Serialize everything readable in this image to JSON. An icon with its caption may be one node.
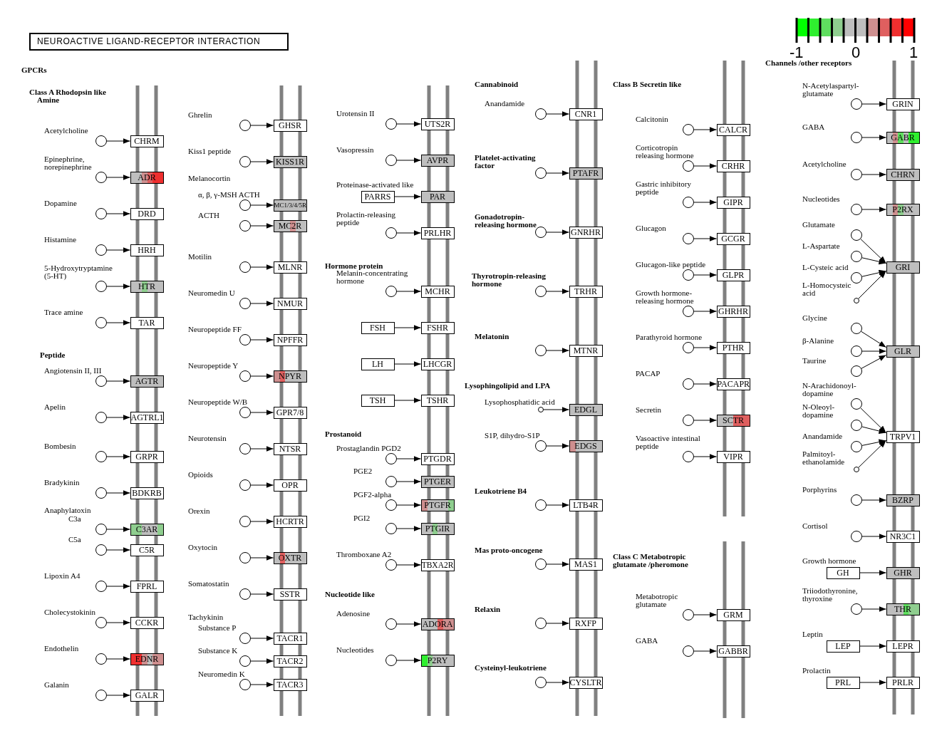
{
  "diagram": {
    "title": "NEUROACTIVE LIGAND-RECEPTOR INTERACTION",
    "nodes": [
      {
        "text": [],
        "shape": "circle",
        "beside": [
          "Acetylcholine"
        ]
      },
      {
        "text": [
          "CHRM"
        ]
      },
      {
        "text": [],
        "shape": "circle",
        "beside": [
          "Epinephrine, norepinephrine"
        ]
      },
      {
        "text": [
          "ADR"
        ]
      },
      {
        "text": [],
        "shape": "circle",
        "beside": [
          "Dopamine"
        ]
      },
      {
        "text": [
          "DRD"
        ]
      },
      {
        "text": [],
        "shape": "circle",
        "beside": [
          "Histamine"
        ]
      },
      {
        "text": [
          "HRH"
        ]
      },
      {
        "text": [],
        "shape": "circle",
        "beside": [
          "5-Hydroxytryptamine (5-HT)"
        ]
      },
      {
        "text": [
          "HTR"
        ]
      },
      {
        "text": [],
        "shape": "circle",
        "beside": [
          "Trace amine"
        ]
      },
      {
        "text": [
          "TAR"
        ]
      },
      {
        "text": [],
        "shape": "circle",
        "beside": [
          "Angiotensin II, III"
        ]
      },
      {
        "text": [
          "AGTR"
        ]
      },
      {
        "text": [],
        "shape": "circle",
        "beside": [
          "Apelin"
        ]
      },
      {
        "text": [
          "AGTRL1"
        ]
      },
      {
        "text": [],
        "shape": "circle",
        "beside": [
          "Bombesin"
        ]
      },
      {
        "text": [
          "GRPR"
        ]
      },
      {
        "text": [],
        "shape": "circle",
        "beside": [
          "Bradykinin"
        ]
      },
      {
        "text": [
          "BDKRB"
        ]
      },
      {
        "text": [],
        "shape": "circle",
        "beside": [
          "C3a"
        ]
      },
      {
        "text": [
          "C3AR"
        ]
      },
      {
        "text": [],
        "shape": "circle",
        "beside": [
          "C5a"
        ]
      },
      {
        "text": [
          "C5R"
        ]
      },
      {
        "text": [],
        "shape": "circle",
        "beside": [
          "Lipoxin A4"
        ]
      },
      {
        "text": [
          "FPRL"
        ]
      },
      {
        "text": [],
        "shape": "circle",
        "beside": [
          "Cholecystokinin"
        ]
      },
      {
        "text": [
          "CCKR"
        ]
      },
      {
        "text": [],
        "shape": "circle",
        "beside": [
          "Endothelin"
        ]
      },
      {
        "text": [
          "EDNR"
        ]
      },
      {
        "text": [],
        "shape": "circle",
        "beside": [
          "Galanin"
        ]
      },
      {
        "text": [
          "GALR"
        ]
      },
      {
        "text": [],
        "shape": "circle",
        "beside": [
          "Ghrelin"
        ]
      },
      {
        "text": [
          "GHSR"
        ]
      },
      {
        "text": [],
        "shape": "circle",
        "beside": [
          "Kiss1 peptide"
        ]
      },
      {
        "text": [
          "KISS1R"
        ]
      },
      {
        "text": [],
        "shape": "circle",
        "beside": [
          "α, β, γ-MSH ACTH"
        ]
      },
      {
        "text": [
          "MC1/3/4/5R"
        ]
      },
      {
        "text": [],
        "shape": "circle",
        "beside": [
          "ACTH"
        ]
      },
      {
        "text": [
          "MC2R"
        ]
      },
      {
        "text": [],
        "shape": "circle",
        "beside": [
          "Motilin"
        ]
      },
      {
        "text": [
          "MLNR"
        ]
      },
      {
        "text": [],
        "shape": "circle",
        "beside": [
          "Neuromedin U"
        ]
      },
      {
        "text": [
          "NMUR"
        ]
      },
      {
        "text": [],
        "shape": "circle",
        "beside": [
          "Neuropeptide FF"
        ]
      },
      {
        "text": [
          "NPFFR"
        ]
      },
      {
        "text": [],
        "shape": "circle",
        "beside": [
          "Neuropeptide Y"
        ]
      },
      {
        "text": [
          "NPYR"
        ]
      },
      {
        "text": [],
        "shape": "circle",
        "beside": [
          "Neuropeptide W/B"
        ]
      },
      {
        "text": [
          "GPR7/8"
        ]
      },
      {
        "text": [],
        "shape": "circle",
        "beside": [
          "Neurotensin"
        ]
      },
      {
        "text": [
          "NTSR"
        ]
      },
      {
        "text": [],
        "shape": "circle",
        "beside": [
          "Opioids"
        ]
      },
      {
        "text": [
          "OPR"
        ]
      },
      {
        "text": [],
        "shape": "circle",
        "beside": [
          "Orexin"
        ]
      },
      {
        "text": [
          "HCRTR"
        ]
      },
      {
        "text": [],
        "shape": "circle",
        "beside": [
          "Oxytocin"
        ]
      },
      {
        "text": [
          "OXTR"
        ]
      },
      {
        "text": [],
        "shape": "circle",
        "beside": [
          "Somatostatin"
        ]
      },
      {
        "text": [
          "SSTR"
        ]
      },
      {
        "text": [],
        "shape": "circle",
        "beside": [
          "Substance P"
        ]
      },
      {
        "text": [
          "TACR1"
        ]
      },
      {
        "text": [],
        "shape": "circle",
        "beside": [
          "Substance K"
        ]
      },
      {
        "text": [
          "TACR2"
        ]
      },
      {
        "text": [],
        "shape": "circle",
        "beside": [
          "Neuromedin K"
        ]
      },
      {
        "text": [
          "TACR3"
        ]
      },
      {
        "text": [],
        "shape": "circle",
        "beside": [
          "Urotensin II"
        ]
      },
      {
        "text": [
          "UTS2R"
        ]
      },
      {
        "text": [],
        "shape": "circle",
        "beside": [
          "Vasopressin"
        ]
      },
      {
        "text": [
          "AVPR"
        ]
      },
      {
        "text": [
          "PARRS"
        ],
        "beside": [
          "Proteinase-activated like"
        ]
      },
      {
        "text": [
          "PAR"
        ]
      },
      {
        "text": [],
        "shape": "circle",
        "beside": [
          "Prolactin-releasing peptide"
        ]
      },
      {
        "text": [
          "PRLHR"
        ]
      },
      {
        "text": [],
        "shape": "circle",
        "beside": [
          "Melanin-concentrating hormone"
        ]
      },
      {
        "text": [
          "MCHR"
        ]
      },
      {
        "text": [
          "FSH"
        ]
      },
      {
        "text": [
          "FSHR"
        ]
      },
      {
        "text": [
          "LH"
        ]
      },
      {
        "text": [
          "LHCGR"
        ]
      },
      {
        "text": [
          "TSH"
        ]
      },
      {
        "text": [
          "TSHR"
        ]
      },
      {
        "text": [],
        "shape": "circle",
        "beside": [
          "Prostaglandin PGD2"
        ]
      },
      {
        "text": [
          "PTGDR"
        ]
      },
      {
        "text": [],
        "shape": "circle",
        "beside": [
          "PGE2"
        ]
      },
      {
        "text": [
          "PTGER"
        ]
      },
      {
        "text": [],
        "shape": "circle",
        "beside": [
          "PGF2-alpha"
        ]
      },
      {
        "text": [
          "PTGFR"
        ]
      },
      {
        "text": [],
        "shape": "circle",
        "beside": [
          "PGI2"
        ]
      },
      {
        "text": [
          "PTGIR"
        ]
      },
      {
        "text": [],
        "shape": "circle",
        "beside": [
          "Thromboxane A2"
        ]
      },
      {
        "text": [
          "TBXA2R"
        ]
      },
      {
        "text": [],
        "shape": "circle",
        "beside": [
          "Adenosine"
        ]
      },
      {
        "text": [
          "ADORA"
        ]
      },
      {
        "text": [],
        "shape": "circle",
        "beside": [
          "Nucleotides"
        ]
      },
      {
        "text": [
          "P2RY"
        ]
      },
      {
        "text": [],
        "shape": "circle",
        "beside": [
          "Anandamide"
        ]
      },
      {
        "text": [
          "CNR1"
        ]
      },
      {
        "text": [],
        "shape": "circle"
      },
      {
        "text": [
          "PTAFR"
        ]
      },
      {
        "text": [],
        "shape": "circle"
      },
      {
        "text": [
          "GNRHR"
        ]
      },
      {
        "text": [],
        "shape": "circle"
      },
      {
        "text": [
          "TRHR"
        ]
      },
      {
        "text": [],
        "shape": "circle"
      },
      {
        "text": [
          "MTNR"
        ]
      },
      {
        "text": [],
        "shape": "circle",
        "beside": [
          "Lysophosphatidic acid"
        ]
      },
      {
        "text": [
          "EDGL"
        ]
      },
      {
        "text": [],
        "shape": "circle",
        "beside": [
          "S1P, dihydro-S1P"
        ]
      },
      {
        "text": [
          "EDGS"
        ]
      },
      {
        "text": [],
        "shape": "circle"
      },
      {
        "text": [
          "LTB4R"
        ]
      },
      {
        "text": [],
        "shape": "circle"
      },
      {
        "text": [
          "MAS1"
        ]
      },
      {
        "text": [],
        "shape": "circle"
      },
      {
        "text": [
          "RXFP"
        ]
      },
      {
        "text": [],
        "shape": "circle"
      },
      {
        "text": [
          "CYSLTR"
        ]
      },
      {
        "text": [],
        "shape": "circle",
        "beside": [
          "Calcitonin"
        ]
      },
      {
        "text": [
          "CALCR"
        ]
      },
      {
        "text": [],
        "shape": "circle",
        "beside": [
          "Corticotropin releasing hormone"
        ]
      },
      {
        "text": [
          "CRHR"
        ]
      },
      {
        "text": [],
        "shape": "circle",
        "beside": [
          "Gastric inhibitory peptide"
        ]
      },
      {
        "text": [
          "GIPR"
        ]
      },
      {
        "text": [],
        "shape": "circle",
        "beside": [
          "Glucagon"
        ]
      },
      {
        "text": [
          "GCGR"
        ]
      },
      {
        "text": [],
        "shape": "circle",
        "beside": [
          "Glucagon-like peptide"
        ]
      },
      {
        "text": [
          "GLPR"
        ]
      },
      {
        "text": [],
        "shape": "circle",
        "beside": [
          "Growth hormone-releasing hormone"
        ]
      },
      {
        "text": [
          "GHRHR"
        ]
      },
      {
        "text": [],
        "shape": "circle",
        "beside": [
          "Parathyroid hormone"
        ]
      },
      {
        "text": [
          "PTHR"
        ]
      },
      {
        "text": [],
        "shape": "circle",
        "beside": [
          "PACAP"
        ]
      },
      {
        "text": [
          "PACAPR"
        ]
      },
      {
        "text": [],
        "shape": "circle",
        "beside": [
          "Secretin"
        ]
      },
      {
        "text": [
          "SCTR"
        ]
      },
      {
        "text": [],
        "shape": "circle",
        "beside": [
          "Vasoactive intestinal peptide"
        ]
      },
      {
        "text": [
          "VIPR"
        ]
      },
      {
        "text": [],
        "shape": "circle",
        "beside": [
          "Metabotropic glutamate"
        ]
      },
      {
        "text": [
          "GRM"
        ]
      },
      {
        "text": [],
        "shape": "circle",
        "beside": [
          "GABA"
        ]
      },
      {
        "text": [
          "GABBR"
        ]
      },
      {
        "text": [],
        "shape": "circle",
        "beside": [
          "N-Acetylaspartyl-glutamate"
        ]
      },
      {
        "text": [
          "GRIN"
        ]
      },
      {
        "text": [],
        "shape": "circle",
        "beside": [
          "GABA"
        ]
      },
      {
        "text": [
          "GABR"
        ]
      },
      {
        "text": [],
        "shape": "circle",
        "beside": [
          "Acetylcholine"
        ]
      },
      {
        "text": [
          "CHRN"
        ]
      },
      {
        "text": [],
        "shape": "circle",
        "beside": [
          "Nucleotides"
        ]
      },
      {
        "text": [
          "P2RX"
        ]
      },
      {
        "text": [],
        "shape": "circle",
        "beside": [
          "Glutamate"
        ]
      },
      {
        "text": [],
        "shape": "circle",
        "beside": [
          "L-Aspartate"
        ]
      },
      {
        "text": [],
        "shape": "circle",
        "beside": [
          "L-Cysteic acid"
        ]
      },
      {
        "text": [],
        "shape": "circle",
        "beside": [
          "L-Homocysteic acid"
        ]
      },
      {
        "text": [
          "GRI"
        ]
      },
      {
        "text": [],
        "shape": "circle",
        "beside": [
          "Glycine"
        ]
      },
      {
        "text": [],
        "shape": "circle",
        "beside": [
          "β-Alanine"
        ]
      },
      {
        "text": [],
        "shape": "circle",
        "beside": [
          "Taurine"
        ]
      },
      {
        "text": [
          "GLR"
        ]
      },
      {
        "text": [],
        "shape": "circle",
        "beside": [
          "N-Arachidonoyl-dopamine"
        ]
      },
      {
        "text": [],
        "shape": "circle",
        "beside": [
          "N-Oleoyl-dopamine"
        ]
      },
      {
        "text": [],
        "shape": "circle",
        "beside": [
          "Anandamide"
        ]
      },
      {
        "text": [],
        "shape": "circle",
        "beside": [
          "Palmitoyl-ethanolamide"
        ]
      },
      {
        "text": [
          "TRPV1"
        ]
      },
      {
        "text": [],
        "shape": "circle",
        "beside": [
          "Porphyrins"
        ]
      },
      {
        "text": [
          "BZRP"
        ]
      },
      {
        "text": [],
        "shape": "circle",
        "beside": [
          "Cortisol"
        ]
      },
      {
        "text": [
          "NR3C1"
        ]
      },
      {
        "text": [
          "GH"
        ],
        "beside": [
          "Growth hormone"
        ]
      },
      {
        "text": [
          "GHR"
        ]
      },
      {
        "text": [],
        "shape": "circle",
        "beside": [
          "Triiodothyronine, thyroxine"
        ]
      },
      {
        "text": [
          "THR"
        ]
      },
      {
        "text": [
          "LEP"
        ],
        "beside": [
          "Leptin"
        ]
      },
      {
        "text": [
          "LEPR"
        ]
      },
      {
        "text": [
          "PRL"
        ],
        "beside": [
          "Prolactin"
        ]
      },
      {
        "text": [
          "PRLR"
        ]
      }
    ],
    "edges": [
      {
        "from": 0,
        "to": 1,
        "arrow": "to"
      },
      {
        "from": 2,
        "to": 3,
        "arrow": "to"
      },
      {
        "from": 4,
        "to": 5,
        "arrow": "to"
      },
      {
        "from": 6,
        "to": 7,
        "arrow": "to"
      },
      {
        "from": 8,
        "to": 9,
        "arrow": "to"
      },
      {
        "from": 10,
        "to": 11,
        "arrow": "to"
      },
      {
        "from": 12,
        "to": 13,
        "arrow": "to"
      },
      {
        "from": 14,
        "to": 15,
        "arrow": "to"
      },
      {
        "from": 16,
        "to": 17,
        "arrow": "to"
      },
      {
        "from": 18,
        "to": 19,
        "arrow": "to"
      },
      {
        "from": 20,
        "to": 21,
        "arrow": "to"
      },
      {
        "from": 22,
        "to": 23,
        "arrow": "to"
      },
      {
        "from": 24,
        "to": 25,
        "arrow": "to"
      },
      {
        "from": 26,
        "to": 27,
        "arrow": "to"
      },
      {
        "from": 28,
        "to": 29,
        "arrow": "to"
      },
      {
        "from": 30,
        "to": 31,
        "arrow": "to"
      },
      {
        "from": 32,
        "to": 33,
        "arrow": "to"
      },
      {
        "from": 34,
        "to": 35,
        "arrow": "to"
      },
      {
        "from": 36,
        "to": 37,
        "arrow": "to"
      },
      {
        "from": 38,
        "to": 39,
        "arrow": "to"
      },
      {
        "from": 40,
        "to": 41,
        "arrow": "to"
      },
      {
        "from": 42,
        "to": 43,
        "arrow": "to"
      },
      {
        "from": 44,
        "to": 45,
        "arrow": "to"
      },
      {
        "from": 46,
        "to": 47,
        "arrow": "to"
      },
      {
        "from": 48,
        "to": 49,
        "arrow": "to"
      },
      {
        "from": 50,
        "to": 51,
        "arrow": "to"
      },
      {
        "from": 52,
        "to": 53,
        "arrow": "to"
      },
      {
        "from": 54,
        "to": 55,
        "arrow": "to"
      },
      {
        "from": 56,
        "to": 57,
        "arrow": "to"
      },
      {
        "from": 58,
        "to": 59,
        "arrow": "to"
      },
      {
        "from": 60,
        "to": 61,
        "arrow": "to"
      },
      {
        "from": 62,
        "to": 63,
        "arrow": "to"
      },
      {
        "from": 64,
        "to": 65,
        "arrow": "to"
      },
      {
        "from": 66,
        "to": 67,
        "arrow": "to"
      },
      {
        "from": 68,
        "to": 69,
        "arrow": "to"
      },
      {
        "from": 70,
        "to": 71,
        "arrow": "to"
      },
      {
        "from": 72,
        "to": 73,
        "arrow": "to"
      },
      {
        "from": 74,
        "to": 75,
        "arrow": "to"
      },
      {
        "from": 76,
        "to": 77,
        "arrow": "to"
      },
      {
        "from": 78,
        "to": 79,
        "arrow": "to"
      },
      {
        "from": 80,
        "to": 81,
        "arrow": "to"
      },
      {
        "from": 82,
        "to": 83,
        "arrow": "to"
      },
      {
        "from": 84,
        "to": 85,
        "arrow": "to"
      },
      {
        "from": 86,
        "to": 87,
        "arrow": "to"
      },
      {
        "from": 88,
        "to": 89,
        "arrow": "to"
      },
      {
        "from": 90,
        "to": 91,
        "arrow": "to"
      },
      {
        "from": 92,
        "to": 93,
        "arrow": "to"
      },
      {
        "from": 94,
        "to": 95,
        "arrow": "to"
      },
      {
        "from": 96,
        "to": 97,
        "arrow": "to"
      },
      {
        "from": 98,
        "to": 99,
        "arrow": "to"
      },
      {
        "from": 100,
        "to": 101,
        "arrow": "to"
      },
      {
        "from": 102,
        "to": 103,
        "arrow": "to"
      },
      {
        "from": 104,
        "to": 105,
        "arrow": "to"
      },
      {
        "from": 106,
        "to": 107,
        "arrow": "to"
      },
      {
        "from": 108,
        "to": 109,
        "arrow": "to"
      },
      {
        "from": 110,
        "to": 111,
        "arrow": "to"
      },
      {
        "from": 112,
        "to": 113,
        "arrow": "to"
      },
      {
        "from": 114,
        "to": 115,
        "arrow": "to"
      },
      {
        "from": 116,
        "to": 117,
        "arrow": "to"
      },
      {
        "from": 118,
        "to": 119,
        "arrow": "to"
      },
      {
        "from": 120,
        "to": 121,
        "arrow": "to"
      },
      {
        "from": 122,
        "to": 123,
        "arrow": "to"
      },
      {
        "from": 124,
        "to": 125,
        "arrow": "to"
      },
      {
        "from": 126,
        "to": 127,
        "arrow": "to"
      },
      {
        "from": 128,
        "to": 129,
        "arrow": "to"
      },
      {
        "from": 130,
        "to": 131,
        "arrow": "to"
      },
      {
        "from": 132,
        "to": 133,
        "arrow": "to"
      },
      {
        "from": 134,
        "to": 135,
        "arrow": "to"
      },
      {
        "from": 136,
        "to": 137,
        "arrow": "to"
      },
      {
        "from": 138,
        "to": 139,
        "arrow": "to"
      },
      {
        "from": 140,
        "to": 141,
        "arrow": "to"
      },
      {
        "from": 142,
        "to": 143,
        "arrow": "to"
      },
      {
        "from": 144,
        "to": 145,
        "arrow": "to"
      },
      {
        "from": 146,
        "to": 147,
        "arrow": "to"
      },
      {
        "from": 148,
        "to": 149,
        "arrow": "to"
      },
      {
        "from": 150,
        "to": 154,
        "arrow": "to"
      },
      {
        "from": 151,
        "to": 154,
        "arrow": "to"
      },
      {
        "from": 152,
        "to": 154,
        "arrow": "to"
      },
      {
        "from": 153,
        "to": 154,
        "arrow": "to"
      },
      {
        "from": 155,
        "to": 158,
        "arrow": "to"
      },
      {
        "from": 156,
        "to": 158,
        "arrow": "to"
      },
      {
        "from": 157,
        "to": 158,
        "arrow": "to"
      },
      {
        "from": 159,
        "to": 163,
        "arrow": "to"
      },
      {
        "from": 160,
        "to": 163,
        "arrow": "to"
      },
      {
        "from": 161,
        "to": 163,
        "arrow": "to"
      },
      {
        "from": 162,
        "to": 163,
        "arrow": "to"
      },
      {
        "from": 164,
        "to": 165,
        "arrow": "to"
      },
      {
        "from": 166,
        "to": 167,
        "arrow": "to"
      },
      {
        "from": 168,
        "to": 169,
        "arrow": "to"
      },
      {
        "from": 170,
        "to": 171,
        "arrow": "to"
      },
      {
        "from": 172,
        "to": 173,
        "arrow": "to"
      },
      {
        "from": 174,
        "to": 175,
        "arrow": "to"
      }
    ],
    "labels": [
      "-1",
      "0",
      "1",
      "GPCRs",
      "Class A Rhodopsin like",
      "Amine",
      "Peptide",
      "Anaphylatoxin",
      "Melanocortin",
      "Tachykinin",
      "Hormone protein",
      "Prostanoid",
      "Nucleotide like",
      "Cannabinoid",
      "Platelet-activating factor",
      "Gonadotropin-releasing hormone",
      "Thyrotropin-releasing hormone",
      "Melatonin",
      "Lysophingolipid and LPA",
      "Leukotriene B4",
      "Mas proto-oncogene",
      "Relaxin",
      "Cysteinyl-leukotriene",
      "Class B Secretin like",
      "Class C Metabotropic glutamate /pheromone",
      "Channels /other receptors"
    ]
  }
}
